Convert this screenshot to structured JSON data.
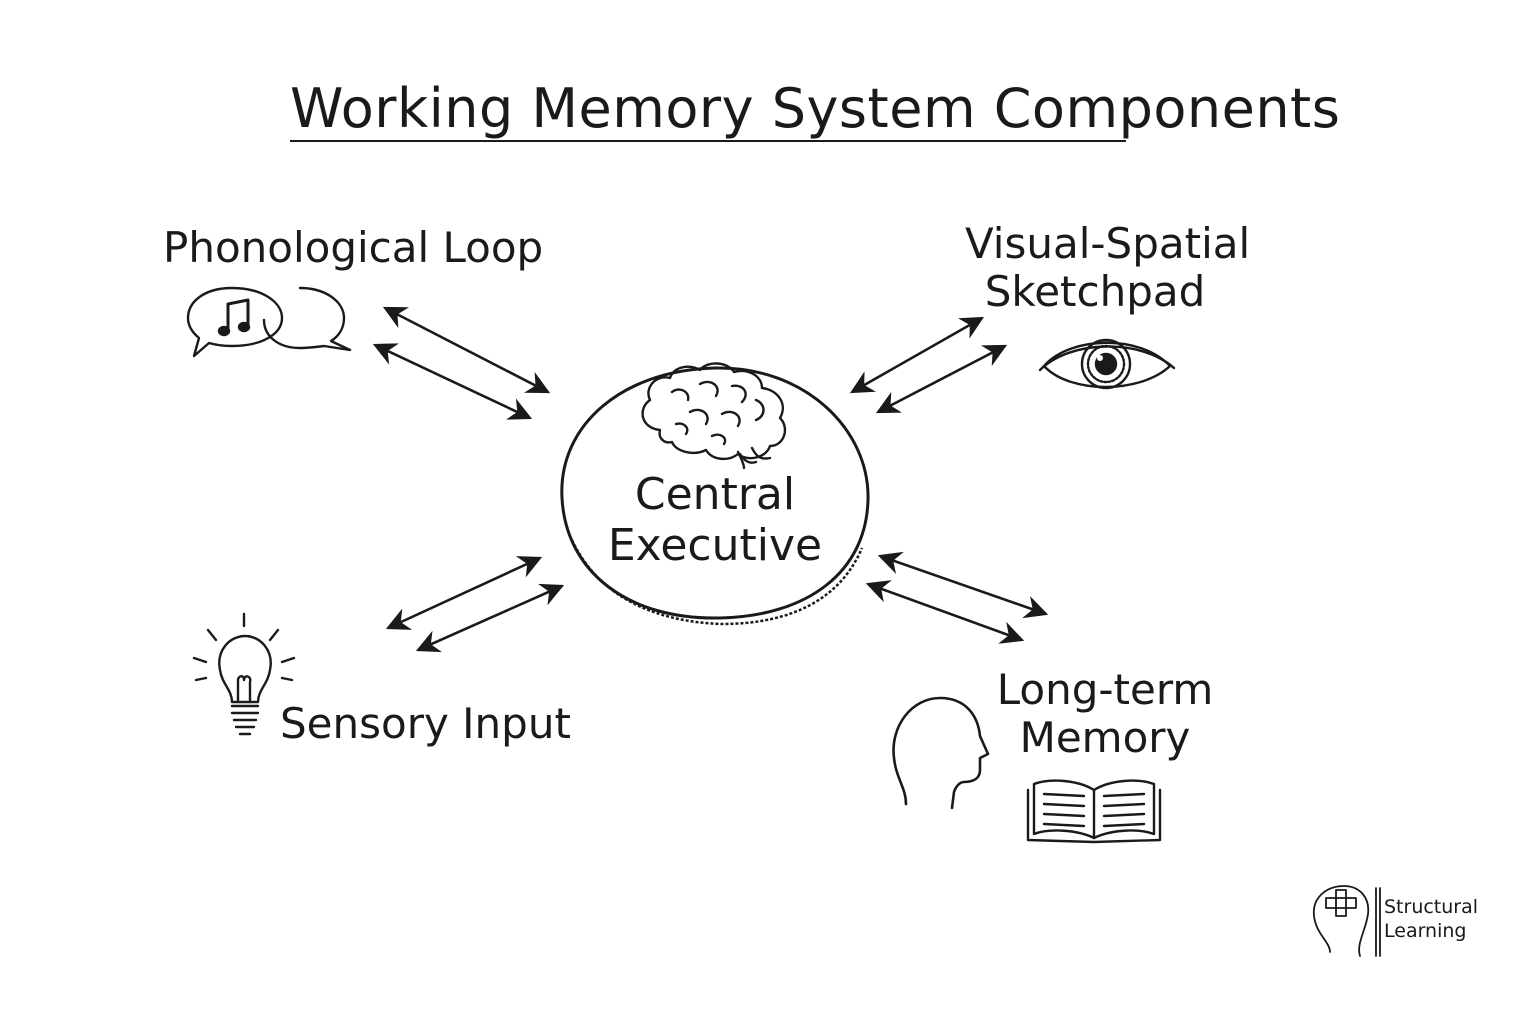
{
  "title": "Working Memory System Components",
  "nodes": {
    "central": {
      "line1": "Central",
      "line2": "Executive"
    },
    "phonological": {
      "label": "Phonological Loop"
    },
    "visuospatial": {
      "line1": "Visual-Spatial",
      "line2": "Sketchpad"
    },
    "sensory": {
      "label": "Sensory Input"
    },
    "longterm": {
      "line1": "Long-term",
      "line2": "Memory"
    }
  },
  "icons": {
    "central": "brain-icon",
    "phonological": "speech-bubbles-music-icon",
    "visuospatial": "eye-icon",
    "sensory": "lightbulb-icon",
    "longterm": [
      "head-profile-icon",
      "open-book-icon"
    ],
    "brand": "structural-learning-logo-icon"
  },
  "connections": [
    {
      "from": "central",
      "to": "phonological",
      "type": "bidirectional-double-arrow"
    },
    {
      "from": "central",
      "to": "visuospatial",
      "type": "bidirectional-double-arrow"
    },
    {
      "from": "central",
      "to": "sensory",
      "type": "bidirectional-double-arrow"
    },
    {
      "from": "central",
      "to": "longterm",
      "type": "bidirectional-double-arrow"
    }
  ],
  "brand": {
    "line1": "Structural",
    "line2": "Learning"
  },
  "colors": {
    "ink": "#1a1a1a",
    "background": "#ffffff"
  }
}
